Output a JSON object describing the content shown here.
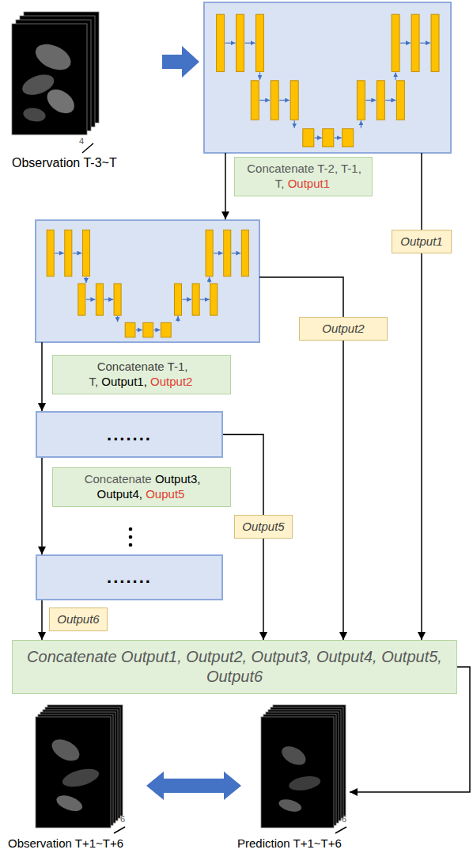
{
  "diagram": {
    "nodes": [
      {
        "text": [
          "Concatenate T-2, T-1, T,",
          "Output1"
        ]
      },
      {
        "text": [
          "Output1"
        ]
      },
      {
        "text": [
          "Output2"
        ]
      },
      {
        "text": [
          "Concatenate T-1, T,",
          "Output1,",
          "Output2"
        ]
      },
      {
        "text": [
          "......."
        ]
      },
      {
        "text": [
          "Concatenate",
          "Output3, Output4,",
          "Ouput5"
        ]
      },
      {
        "text": [
          "Output5"
        ]
      },
      {
        "text": [
          "......."
        ]
      },
      {
        "text": [
          "Output6"
        ]
      },
      {
        "text": [
          "Concatenate Output1, Output2, Output3, Output4, Output5, Output6"
        ]
      }
    ],
    "edges": [
      {
        "from": 1,
        "to": 9,
        "arrow": "to"
      },
      {
        "from": 2,
        "to": 9,
        "arrow": "to"
      },
      {
        "from": 4,
        "to": 6,
        "arrow": "none"
      },
      {
        "from": 6,
        "to": 9,
        "arrow": "to"
      },
      {
        "from": 4,
        "to": 7,
        "arrow": "to"
      },
      {
        "from": 7,
        "to": 9,
        "arrow": "to"
      }
    ],
    "labels": [
      "Observation T-3~T",
      "4",
      "6",
      "Observation T+1~T+6",
      "6",
      "Prediction T+1~T+6"
    ]
  }
}
